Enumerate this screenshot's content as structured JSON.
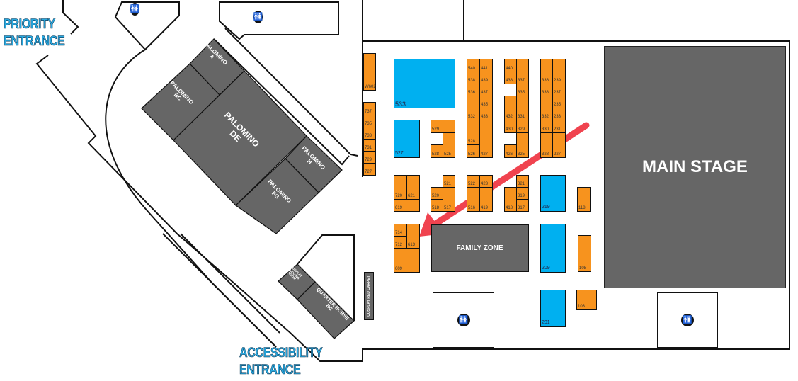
{
  "entrances": {
    "priority_line1": "PRIORITY",
    "priority_line2": "ENTRANCE",
    "accessibility_line1": "ACCESSIBILITY",
    "accessibility_line2": "ENTRANCE"
  },
  "rooms": {
    "palomino_a": "PALOMINO\nA",
    "palomino_bc": "PALOMINO\nBC",
    "palomino_de": "PALOMINO\nDE",
    "palomino_h": "PALOMINO\nH",
    "palomino_fg": "PALOMINO\nFG",
    "cosplay_judging": "COSPLAY\nJUDGING\nROOM",
    "quarter_horse": "QUARTER HORSE\nBC",
    "cosplay_red_carpet": "COSPLAY RED CARPET"
  },
  "main_stage": "MAIN STAGE",
  "family_zone": "FAMILY ZONE",
  "restroom_icon": "restroom-icon",
  "colors": {
    "vendor": "#f7931e",
    "feature": "#00b0f0",
    "room": "#666666",
    "arrow": "#f0434f",
    "entrance_text": "#29a9e0"
  },
  "booths": [
    {
      "label": "W602",
      "type": "vendor"
    },
    {
      "label": "737",
      "type": "vendor"
    },
    {
      "label": "735",
      "type": "vendor"
    },
    {
      "label": "733",
      "type": "vendor"
    },
    {
      "label": "731",
      "type": "vendor"
    },
    {
      "label": "729",
      "type": "vendor"
    },
    {
      "label": "727",
      "type": "vendor"
    },
    {
      "label": "533",
      "type": "feature"
    },
    {
      "label": "527",
      "type": "feature"
    },
    {
      "label": "529",
      "type": "vendor"
    },
    {
      "label": "528",
      "type": "vendor"
    },
    {
      "label": "525",
      "type": "vendor"
    },
    {
      "label": "540",
      "type": "vendor"
    },
    {
      "label": "441",
      "type": "vendor"
    },
    {
      "label": "538",
      "type": "vendor"
    },
    {
      "label": "439",
      "type": "vendor"
    },
    {
      "label": "536",
      "type": "vendor"
    },
    {
      "label": "437",
      "type": "vendor"
    },
    {
      "label": "435",
      "type": "vendor"
    },
    {
      "label": "532",
      "type": "vendor"
    },
    {
      "label": "433",
      "type": "vendor"
    },
    {
      "label": "528",
      "type": "vendor"
    },
    {
      "label": "526",
      "type": "vendor"
    },
    {
      "label": "427",
      "type": "vendor"
    },
    {
      "label": "440",
      "type": "vendor"
    },
    {
      "label": "438",
      "type": "vendor"
    },
    {
      "label": "337",
      "type": "vendor"
    },
    {
      "label": "335",
      "type": "vendor"
    },
    {
      "label": "432",
      "type": "vendor"
    },
    {
      "label": "331",
      "type": "vendor"
    },
    {
      "label": "430",
      "type": "vendor"
    },
    {
      "label": "329",
      "type": "vendor"
    },
    {
      "label": "426",
      "type": "vendor"
    },
    {
      "label": "325",
      "type": "vendor"
    },
    {
      "label": "336",
      "type": "vendor"
    },
    {
      "label": "239",
      "type": "vendor"
    },
    {
      "label": "338",
      "type": "vendor"
    },
    {
      "label": "237",
      "type": "vendor"
    },
    {
      "label": "235",
      "type": "vendor"
    },
    {
      "label": "332",
      "type": "vendor"
    },
    {
      "label": "233",
      "type": "vendor"
    },
    {
      "label": "330",
      "type": "vendor"
    },
    {
      "label": "231",
      "type": "vendor"
    },
    {
      "label": "328",
      "type": "vendor"
    },
    {
      "label": "227",
      "type": "vendor"
    },
    {
      "label": "720",
      "type": "vendor"
    },
    {
      "label": "621",
      "type": "vendor"
    },
    {
      "label": "619",
      "type": "vendor"
    },
    {
      "label": "521",
      "type": "vendor"
    },
    {
      "label": "520",
      "type": "vendor"
    },
    {
      "label": "518",
      "type": "vendor"
    },
    {
      "label": "517",
      "type": "vendor"
    },
    {
      "label": "522",
      "type": "vendor"
    },
    {
      "label": "423",
      "type": "vendor"
    },
    {
      "label": "516",
      "type": "vendor"
    },
    {
      "label": "419",
      "type": "vendor"
    },
    {
      "label": "321",
      "type": "vendor"
    },
    {
      "label": "418",
      "type": "vendor"
    },
    {
      "label": "319",
      "type": "vendor"
    },
    {
      "label": "317",
      "type": "vendor"
    },
    {
      "label": "219",
      "type": "feature"
    },
    {
      "label": "118",
      "type": "vendor"
    },
    {
      "label": "714",
      "type": "vendor"
    },
    {
      "label": "712",
      "type": "vendor"
    },
    {
      "label": "613",
      "type": "vendor"
    },
    {
      "label": "609",
      "type": "vendor"
    },
    {
      "label": "209",
      "type": "feature"
    },
    {
      "label": "108",
      "type": "vendor"
    },
    {
      "label": "201",
      "type": "feature"
    },
    {
      "label": "103",
      "type": "vendor"
    }
  ]
}
